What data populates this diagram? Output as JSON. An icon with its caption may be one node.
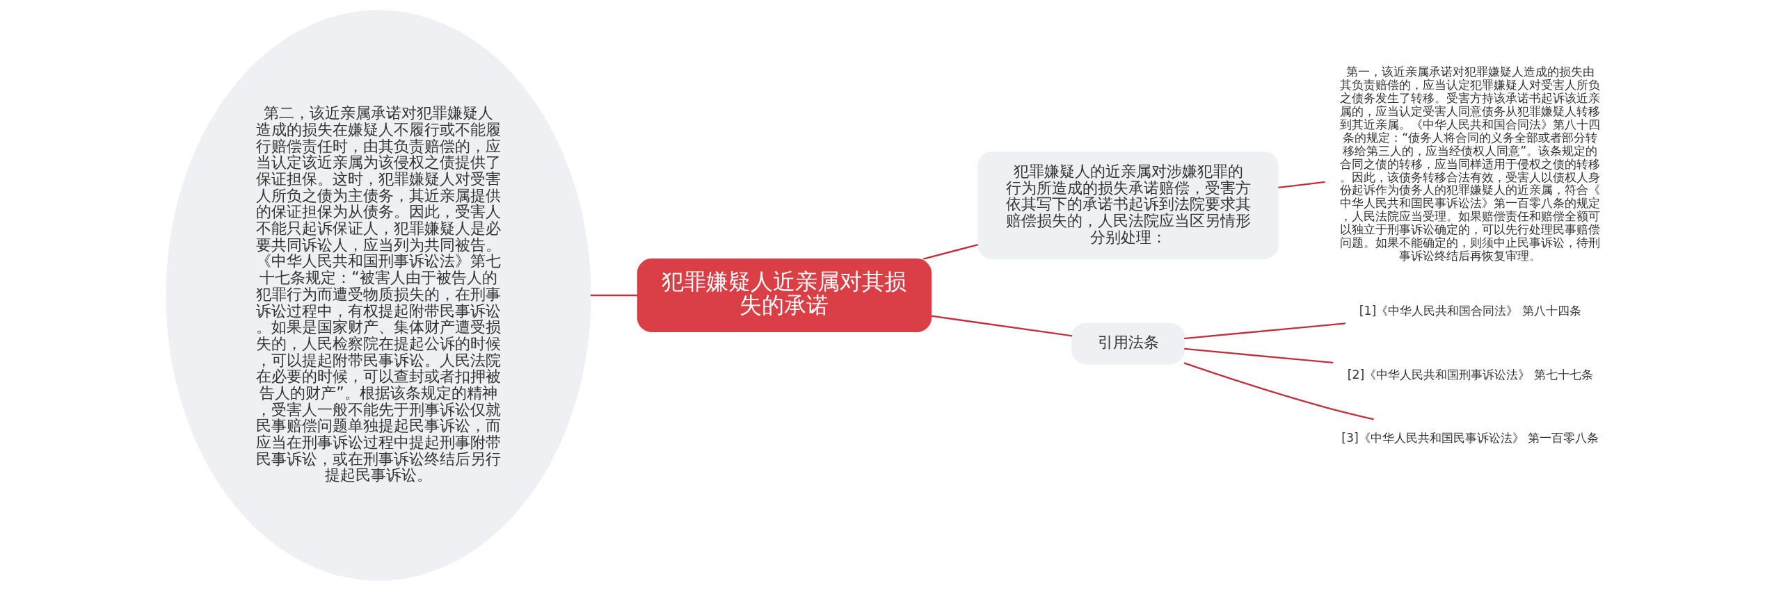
{
  "diagram": {
    "nodes": [
      {
        "text": [
          "犯罪嫌疑人近亲属对其损失的承诺"
        ]
      },
      {
        "text": [
          " 第二，该近亲属承诺对犯罪嫌疑人造成的损失在嫌疑人不履行或不能履行赔偿责任时，由其负责赔偿的，应当认定该近亲属为该侵权之债提供了保证担保。这时，犯罪嫌疑人对受害人所负之债为主债务，其近亲属提供的保证担保为从债务。因此，受害人不能只起诉保证人，犯罪嫌疑人是必要共同诉讼人，应当列为共同被告。《中华人民共和国刑事诉讼法》第七十七条规定：“被害人由于被告人的犯罪行为而遭受物质损失的，在刑事诉讼过程中，有权提起附带民事诉讼。如果是国家财产、集体财产遭受损失的，人民检察院在提起公诉的时候，可以提起附带民事诉讼。人民法院在必要的时候，可以查封或者扣押被告人的财产”。根据该条规定的精神，受害人一般不能先于刑事诉讼仅就民事赔偿问题单独提起民事诉讼，而应当在刑事诉讼过程中提起刑事附带民事诉讼，或在刑事诉讼终结后另行提起民事诉讼。"
        ]
      },
      {
        "text": [
          " 犯罪嫌疑人的近亲属对涉嫌犯罪的行为所造成的损失承诺赔偿，受害方依其写下的承诺书起诉到法院要求其赔偿损失的，人民法院应当区另情形分别处理："
        ]
      },
      {
        "text": [
          " 第一，该近亲属承诺对犯罪嫌疑人造成的损失由其负责赔偿的，应当认定犯罪嫌疑人对受害人所负之债务发生了转移。受害方持该承诺书起诉该近亲属的，应当认定受害人同意债务从犯罪嫌疑人转移到其近亲属。《中华人民共和国合同法》第八十四条的规定：“债务人将合同的义务全部或者部分转移给第三人的，应当经债权人同意”。该条规定的合同之债的转移，应当同样适用于侵权之债的转移。因此，该债务转移合法有效，受害人以债权人身份起诉作为债务人的犯罪嫌疑人的近亲属，符合《中华人民共和国民事诉讼法》第一百零八条的规定，人民法院应当受理。如果赔偿责任和赔偿全额可以独立于刑事诉讼确定的，可以先行处理民事赔偿问题。如果不能确定的，则须中止民事诉讼，待刑事诉讼终结后再恢复审理。"
        ]
      },
      {
        "text": [
          "引用法条"
        ]
      },
      {
        "text": [
          "[1]《中华人民共和国合同法》 第八十四条"
        ]
      },
      {
        "text": [
          "[2]《中华人民共和国刑事诉讼法》 第七十七条"
        ]
      },
      {
        "text": [
          "[3]《中华人民共和国民事诉讼法》 第一百零八条"
        ]
      }
    ],
    "edges": [
      {
        "from": 0,
        "to": 1,
        "arrow": "none"
      },
      {
        "from": 0,
        "to": 2,
        "arrow": "none"
      },
      {
        "from": 2,
        "to": 3,
        "arrow": "none"
      },
      {
        "from": 0,
        "to": 4,
        "arrow": "none"
      },
      {
        "from": 4,
        "to": 5,
        "arrow": "none"
      },
      {
        "from": 4,
        "to": 6,
        "arrow": "none"
      },
      {
        "from": 4,
        "to": 7,
        "arrow": "none"
      }
    ]
  }
}
